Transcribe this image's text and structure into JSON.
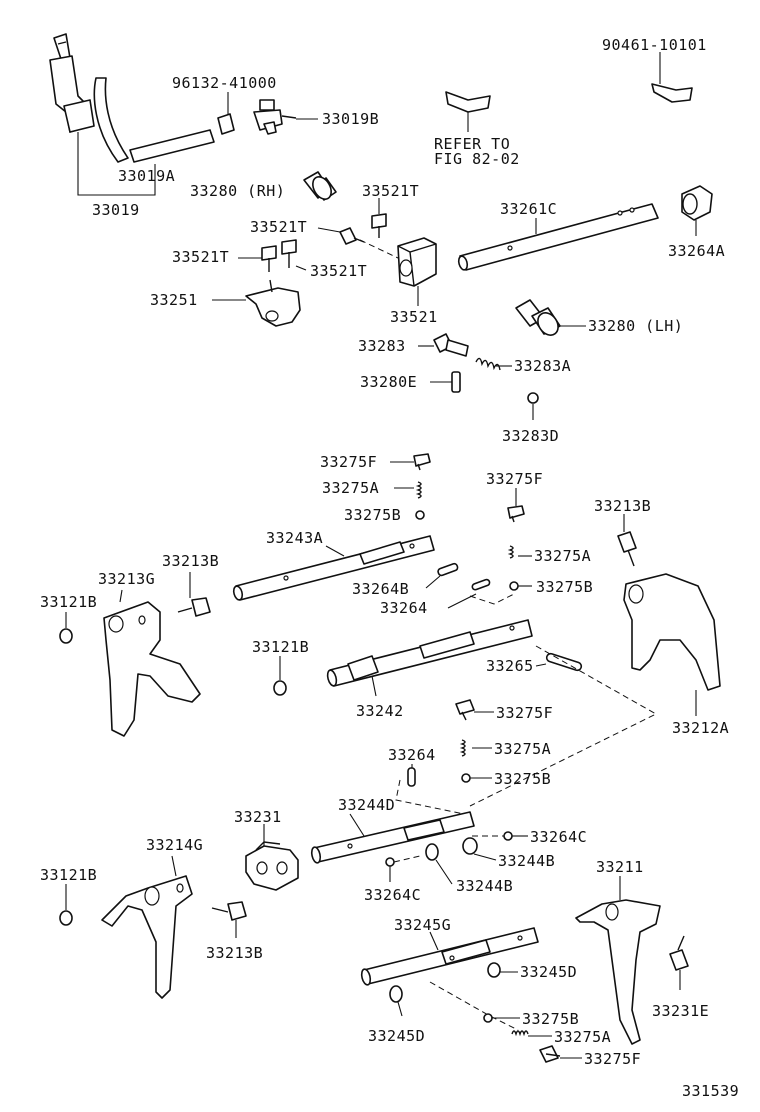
{
  "diagram": {
    "ref_note": [
      "REFER TO",
      "FIG 82-02"
    ],
    "figure_number": "331539",
    "labels": {
      "p33019": "33019",
      "p33019A": "33019A",
      "p96132": "96132-41000",
      "p33019B": "33019B",
      "p90461": "90461-10101",
      "p33280RH": "33280 (RH)",
      "p33521T_a": "33521T",
      "p33521T_b": "33521T",
      "p33521T_c": "33521T",
      "p33521T_d": "33521T",
      "p33261C": "33261C",
      "p33264A": "33264A",
      "p33251": "33251",
      "p33521": "33521",
      "p33280LH": "33280 (LH)",
      "p33283": "33283",
      "p33283A": "33283A",
      "p33280E": "33280E",
      "p33283D": "33283D",
      "p33275F_a": "33275F",
      "p33275A_a": "33275A",
      "p33275B_a": "33275B",
      "p33243A": "33243A",
      "p33275F_b": "33275F",
      "p33213B_a": "33213B",
      "p33275A_b": "33275A",
      "p33213B_b": "33213B",
      "p33213G": "33213G",
      "p33264B": "33264B",
      "p33275B_b": "33275B",
      "p33121B_a": "33121B",
      "p33264_a": "33264",
      "p33121B_b": "33121B",
      "p33265": "33265",
      "p33242": "33242",
      "p33275F_c": "33275F",
      "p33212A": "33212A",
      "p33264_b": "33264",
      "p33275A_c": "33275A",
      "p33275B_c": "33275B",
      "p33231": "33231",
      "p33244D": "33244D",
      "p33264C_a": "33264C",
      "p33214G": "33214G",
      "p33244B_a": "33244B",
      "p33211": "33211",
      "p33121B_c": "33121B",
      "p33264C_b": "33264C",
      "p33244B_b": "33244B",
      "p33245G": "33245G",
      "p33213B_c": "33213B",
      "p33245D_a": "33245D",
      "p33231E": "33231E",
      "p33275B_d": "33275B",
      "p33245D_b": "33245D",
      "p33275A_d": "33275A",
      "p33275F_d": "33275F"
    }
  }
}
